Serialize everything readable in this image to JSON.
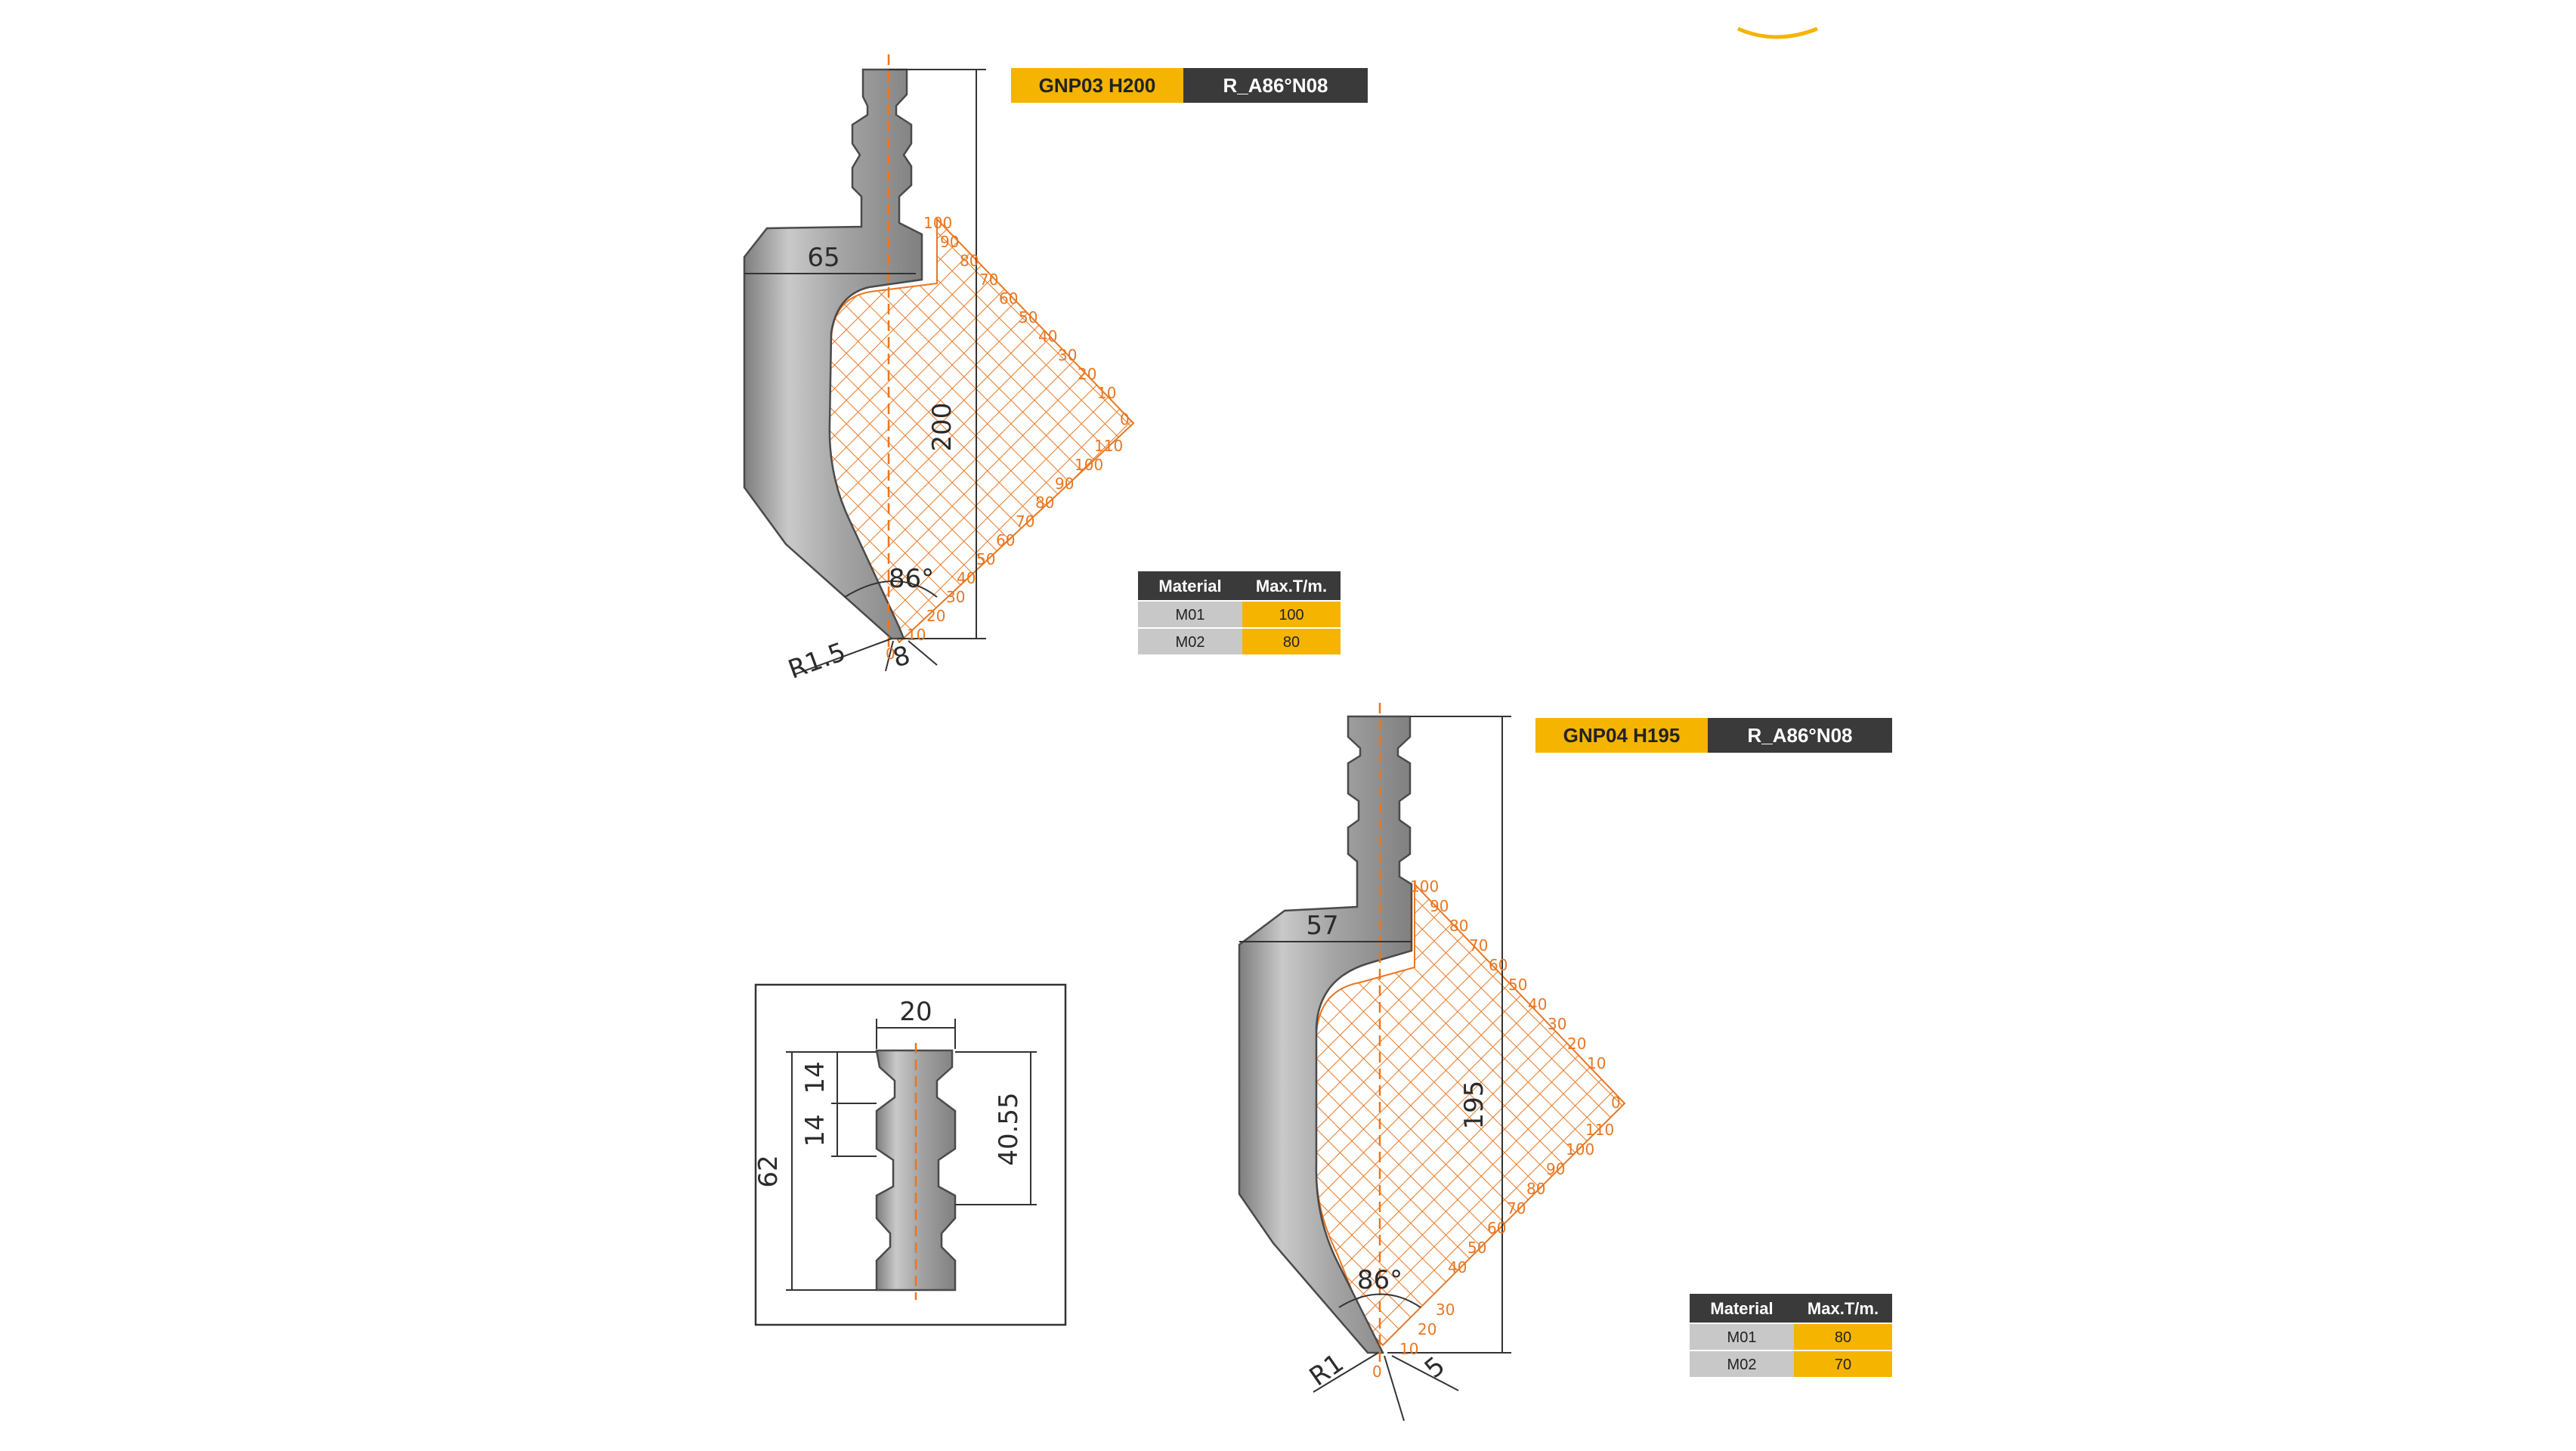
{
  "tool1": {
    "code": "GNP03 H200",
    "spec": "R_A86°N08",
    "dim_width": "65",
    "dim_height": "200",
    "dim_angle": "86°",
    "dim_radius": "R1.5",
    "dim_tip": "8",
    "scale_upper": [
      "100",
      "90",
      "80",
      "70",
      "60",
      "50",
      "40",
      "30",
      "20",
      "10"
    ],
    "scale_zero": "0",
    "scale_lower": [
      "110",
      "100",
      "90",
      "80",
      "70",
      "60",
      "50",
      "40",
      "30",
      "20",
      "10",
      "0"
    ],
    "table": {
      "headers": [
        "Material",
        "Max.T/m."
      ],
      "rows": [
        [
          "M01",
          "100"
        ],
        [
          "M02",
          "80"
        ]
      ]
    }
  },
  "tool2": {
    "code": "GNP04 H195",
    "spec": "R_A86°N08",
    "dim_width": "57",
    "dim_height": "195",
    "dim_angle": "86°",
    "dim_radius": "R1",
    "dim_tip": "5",
    "scale_upper": [
      "100",
      "90",
      "80",
      "70",
      "60",
      "50",
      "40",
      "30",
      "20",
      "10"
    ],
    "scale_zero": "0",
    "scale_lower": [
      "110",
      "100",
      "90",
      "80",
      "70",
      "60",
      "50",
      "40",
      "30",
      "20",
      "10",
      "0"
    ],
    "table": {
      "headers": [
        "Material",
        "Max.T/m."
      ],
      "rows": [
        [
          "M01",
          "80"
        ],
        [
          "M02",
          "70"
        ]
      ]
    }
  },
  "tang_detail": {
    "dim_width": "20",
    "dim_step1": "14",
    "dim_step2": "14",
    "dim_total": "62",
    "dim_groove": "40.55"
  },
  "colors": {
    "accent": "#f4b400",
    "dark": "#3a3a3a",
    "grid": "#e87722",
    "tool_gray": "#9a9a9a"
  }
}
